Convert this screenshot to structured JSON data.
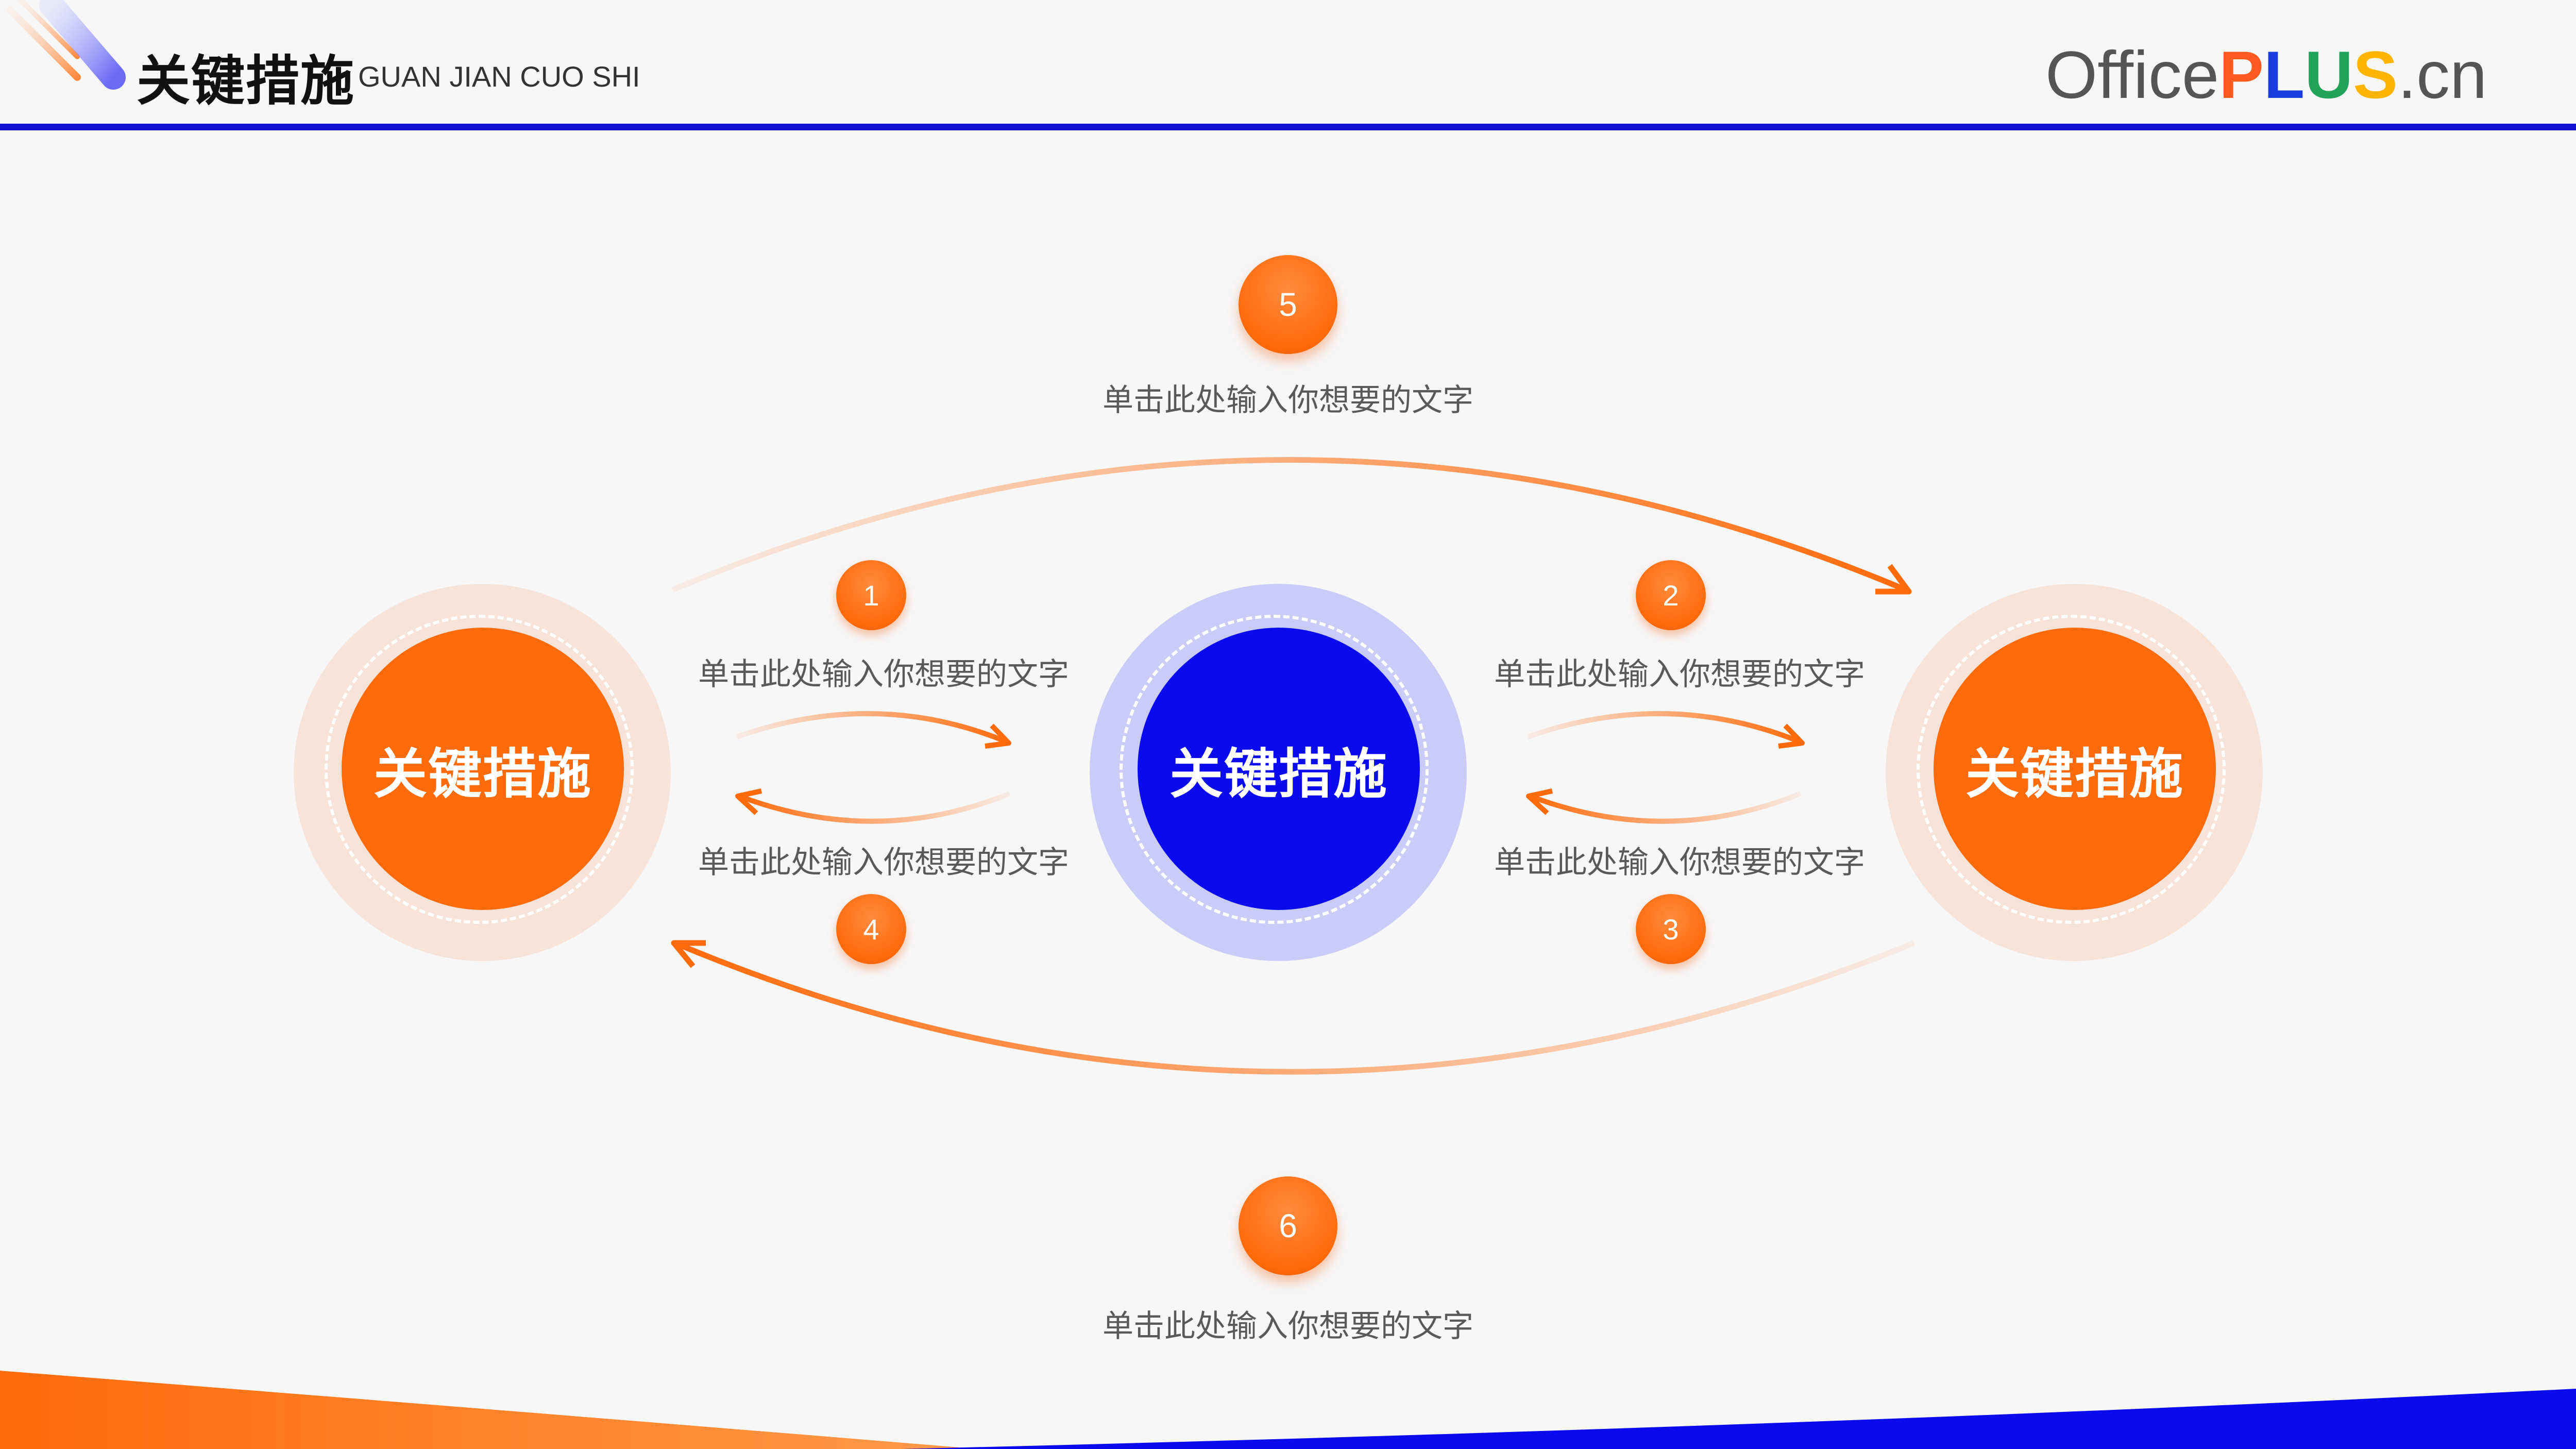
{
  "header": {
    "title_cn": "关键措施",
    "title_en": "GUAN JIAN CUO SHI",
    "logo": {
      "part1": "Office",
      "P": "P",
      "L": "L",
      "U": "U",
      "S": "S",
      "suffix": ".cn"
    }
  },
  "colors": {
    "orange": "#ff6a0a",
    "blue": "#0a0af0",
    "rule": "#1313d6",
    "text": "#595959"
  },
  "nodes": [
    {
      "label": "关键措施",
      "color": "orange"
    },
    {
      "label": "关键措施",
      "color": "blue"
    },
    {
      "label": "关键措施",
      "color": "orange"
    }
  ],
  "steps": [
    {
      "num": "1",
      "text": "单击此处输入你想要的文字"
    },
    {
      "num": "2",
      "text": "单击此处输入你想要的文字"
    },
    {
      "num": "3",
      "text": "单击此处输入你想要的文字"
    },
    {
      "num": "4",
      "text": "单击此处输入你想要的文字"
    },
    {
      "num": "5",
      "text": "单击此处输入你想要的文字"
    },
    {
      "num": "6",
      "text": "单击此处输入你想要的文字"
    }
  ]
}
